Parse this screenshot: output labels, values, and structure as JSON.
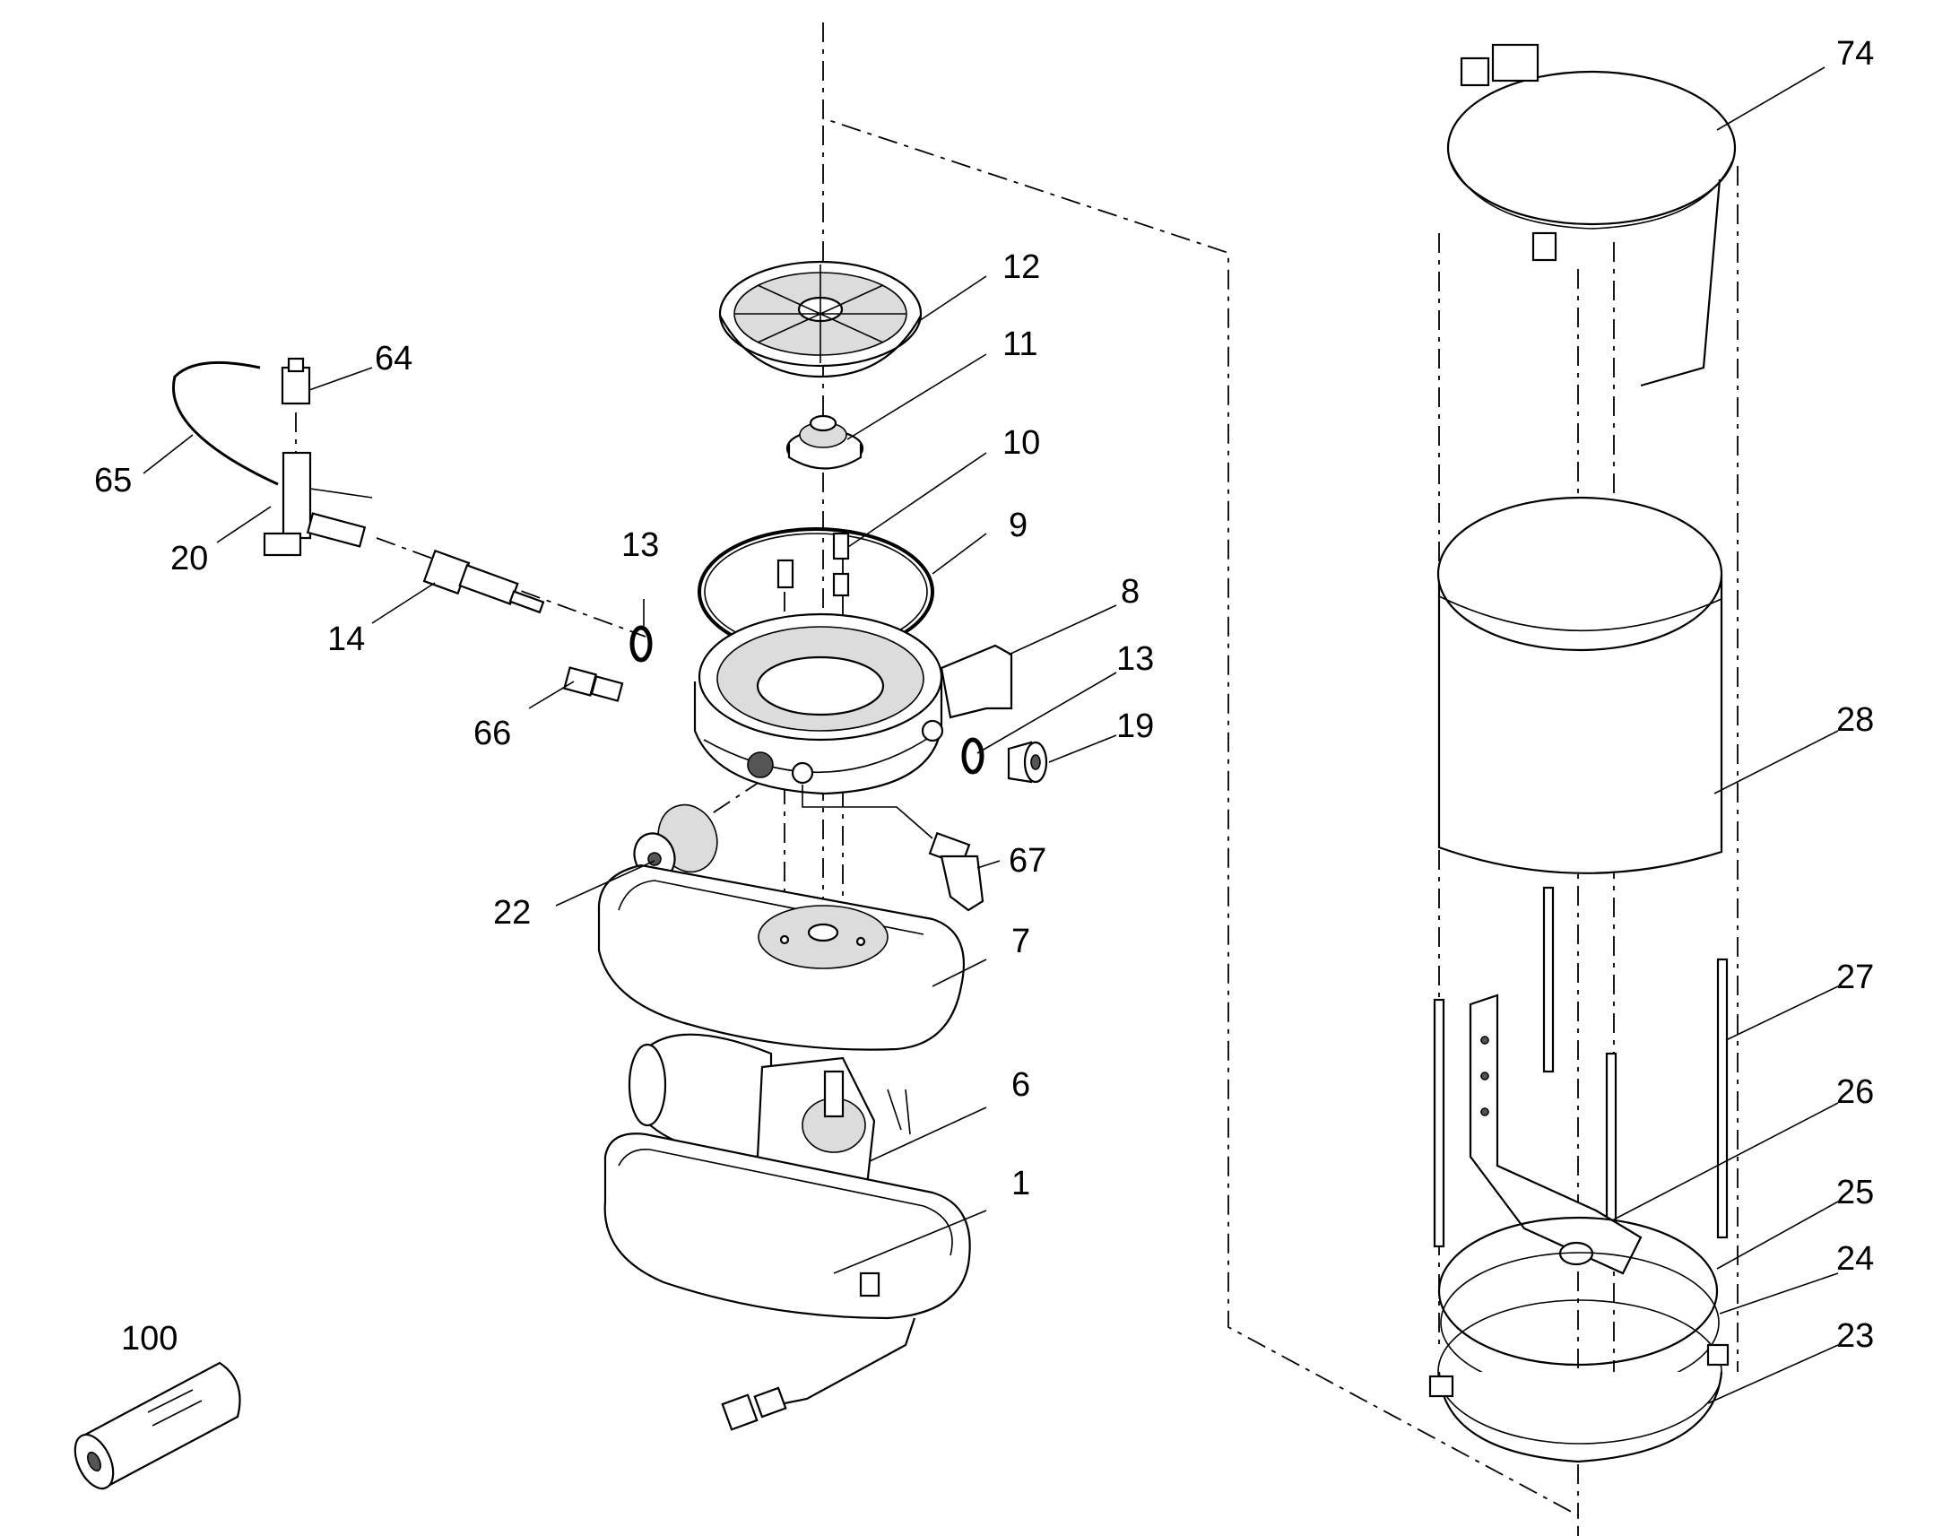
{
  "diagram": {
    "callouts": [
      {
        "id": "12",
        "text": "12"
      },
      {
        "id": "11",
        "text": "11"
      },
      {
        "id": "10",
        "text": "10"
      },
      {
        "id": "9",
        "text": "9"
      },
      {
        "id": "8",
        "text": "8"
      },
      {
        "id": "13a",
        "text": "13"
      },
      {
        "id": "13b",
        "text": "13"
      },
      {
        "id": "19",
        "text": "19"
      },
      {
        "id": "67",
        "text": "67"
      },
      {
        "id": "7",
        "text": "7"
      },
      {
        "id": "6",
        "text": "6"
      },
      {
        "id": "1",
        "text": "1"
      },
      {
        "id": "22",
        "text": "22"
      },
      {
        "id": "66",
        "text": "66"
      },
      {
        "id": "14",
        "text": "14"
      },
      {
        "id": "20",
        "text": "20"
      },
      {
        "id": "65",
        "text": "65"
      },
      {
        "id": "64",
        "text": "64"
      },
      {
        "id": "100",
        "text": "100"
      },
      {
        "id": "74",
        "text": "74"
      },
      {
        "id": "28",
        "text": "28"
      },
      {
        "id": "27",
        "text": "27"
      },
      {
        "id": "26",
        "text": "26"
      },
      {
        "id": "25",
        "text": "25"
      },
      {
        "id": "24",
        "text": "24"
      },
      {
        "id": "23",
        "text": "23"
      }
    ]
  }
}
